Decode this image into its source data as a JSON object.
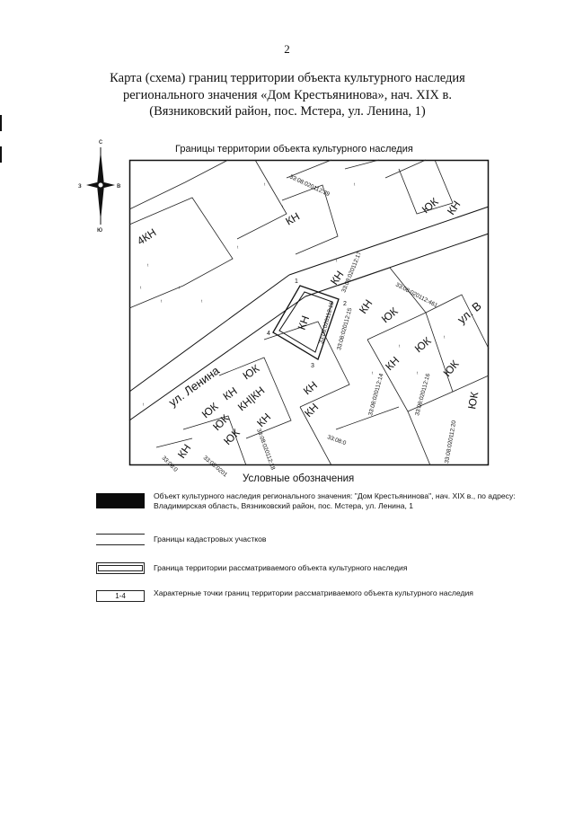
{
  "page_number": "2",
  "title": {
    "line1": "Карта (схема) границ территории объекта культурного наследия",
    "line2": "регионального значения «Дом Крестьянинова», нач. XIX в.",
    "line3": "(Вязниковский район, пос. Мстера, ул. Ленина, 1)"
  },
  "map": {
    "caption": "Границы территории объекта культурного наследия",
    "compass": {
      "north": "с",
      "west": "з",
      "east": "в",
      "south": "ю"
    },
    "labels": {
      "zone_4kn": "4КН",
      "kn": "КН",
      "yuk": "ЮК",
      "kn_cluster": "КН|КН",
      "street_lenina": "ул. Ленина",
      "street_right": "ул. В"
    },
    "cadastral_numbers": {
      "n39": "33:08:020112:39",
      "n17": "33:08:020112:17",
      "n461": "33:08:020112:461",
      "n15": "33:08:020112:15",
      "n14": "33:08:020112:14",
      "n16": "33:08:020112:16",
      "n18": "33:08:020112:18",
      "n20": "33:08:020112:20",
      "n_bottom": "33:08:0",
      "n_left1": "33:08:0201",
      "n_left2": "33:08:0"
    },
    "points": [
      "1",
      "2",
      "3",
      "4"
    ]
  },
  "legend": {
    "title": "Условные обозначения",
    "items": [
      {
        "swatch": "",
        "text": "Объект культурного наследия регионального значения: \"Дом Крестьянинова\", нач. XIX в., по адресу: Владимирская область, Вязниковский район, пос. Мстера, ул. Ленина, 1"
      },
      {
        "swatch": "",
        "text": "Границы кадастровых участков"
      },
      {
        "swatch": "",
        "text": "Граница территории рассматриваемого объекта культурного наследия"
      },
      {
        "swatch": "1-4",
        "text": "Характерные точки границ территории рассматриваемого объекта культурного наследия"
      }
    ]
  }
}
